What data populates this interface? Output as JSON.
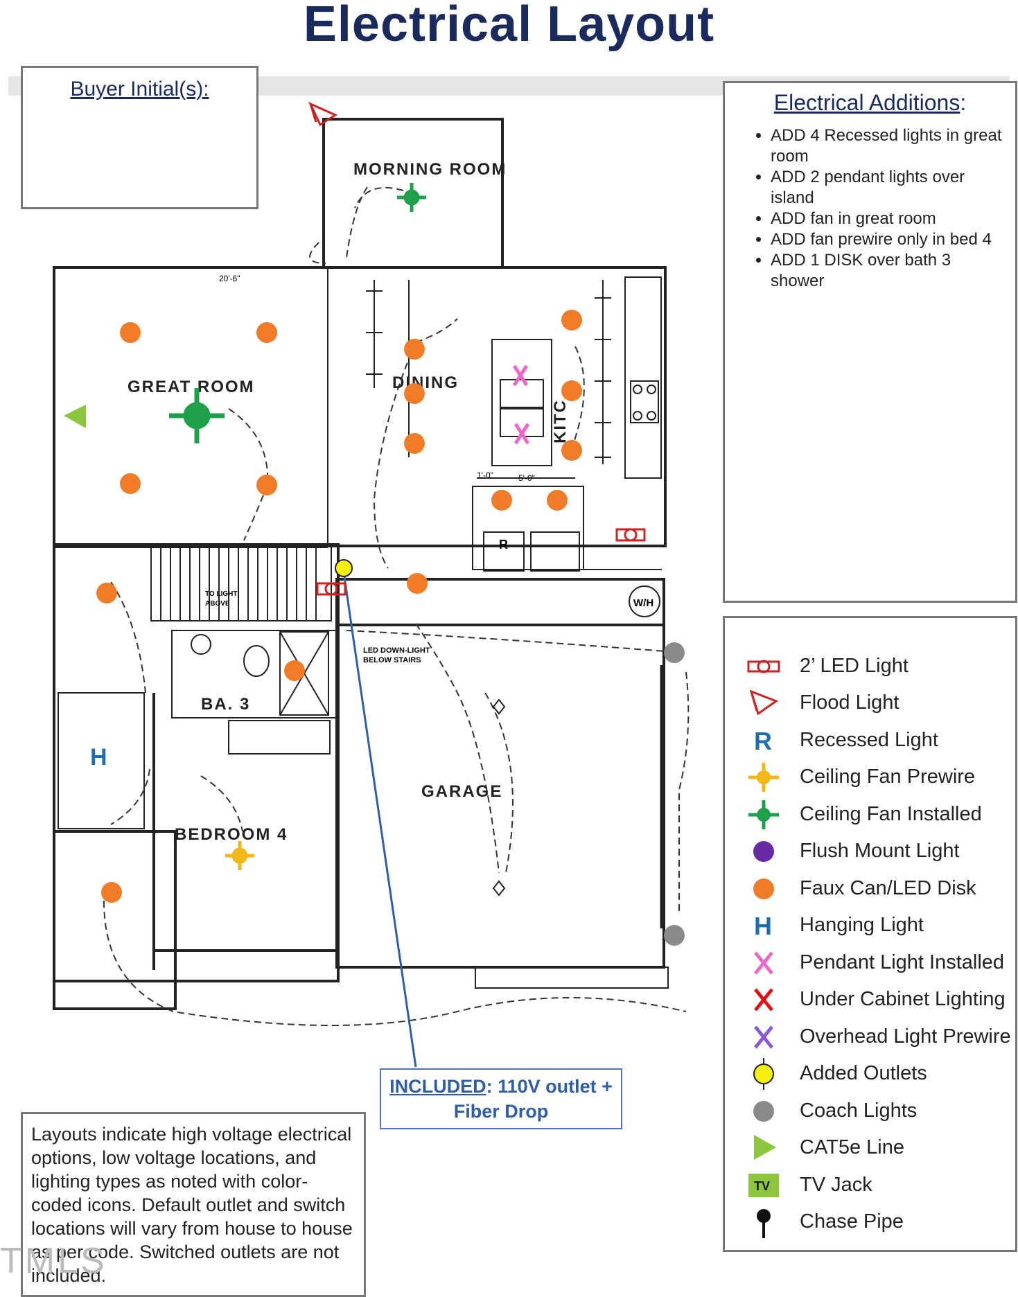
{
  "title": "Electrical Layout",
  "buyer_box": {
    "heading": "Buyer Initial(s):"
  },
  "additions": {
    "heading": "Electrical Additions",
    "items": [
      "ADD 4 Recessed lights in great room",
      "ADD 2 pendant lights over island",
      "ADD fan in great room",
      "ADD fan prewire only in bed 4",
      "ADD 1 DISK over bath 3 shower"
    ]
  },
  "rooms": {
    "morning_room": "MORNING ROOM",
    "great_room": "GREAT ROOM",
    "dining": "DINING",
    "kitchen": "KITC",
    "bath3": "BA. 3",
    "bedroom4": "BEDROOM 4",
    "garage": "GARAGE",
    "wh": "W/H",
    "led_note_1": "LED DOWN-LIGHT",
    "led_note_2": "BELOW STAIRS",
    "stair_note_1": "TO LIGHT",
    "stair_note_2": "ABOVE",
    "dim_great": "20'-6\"",
    "dim_isl_1": "5'-0\"",
    "dim_isl_2": "1'-0\"",
    "fridge": "R"
  },
  "legend": [
    {
      "icon": "led-2ft-icon",
      "label": "2’ LED Light",
      "color": "#cc2222"
    },
    {
      "icon": "flood-light-icon",
      "label": "Flood Light",
      "color": "#cc2222"
    },
    {
      "icon": "recessed-light-icon",
      "label": "Recessed Light",
      "glyph": "R",
      "color": "#1f6fb0"
    },
    {
      "icon": "ceiling-fan-prewire-icon",
      "label": "Ceiling Fan Prewire",
      "color": "#f2b817"
    },
    {
      "icon": "ceiling-fan-installed-icon",
      "label": "Ceiling Fan Installed",
      "color": "#1fa04a"
    },
    {
      "icon": "flush-mount-icon",
      "label": "Flush Mount Light",
      "color": "#6a2aa3"
    },
    {
      "icon": "faux-can-icon",
      "label": "Faux Can/LED Disk",
      "color": "#f07c2a"
    },
    {
      "icon": "hanging-light-icon",
      "label": "Hanging Light",
      "glyph": "H",
      "color": "#1f6fb0"
    },
    {
      "icon": "pendant-installed-icon",
      "label": "Pendant Light Installed",
      "glyph": "X",
      "color": "#ee66c8"
    },
    {
      "icon": "under-cabinet-icon",
      "label": "Under Cabinet Lighting",
      "glyph": "X",
      "color": "#dd1111"
    },
    {
      "icon": "overhead-prewire-icon",
      "label": "Overhead Light Prewire",
      "glyph": "X",
      "color": "#8855dd"
    },
    {
      "icon": "added-outlet-icon",
      "label": "Added Outlets",
      "color": "#f5ee10"
    },
    {
      "icon": "coach-light-icon",
      "label": "Coach Lights",
      "color": "#8a8a8a"
    },
    {
      "icon": "cat5e-icon",
      "label": "CAT5e Line",
      "color": "#8cc63f"
    },
    {
      "icon": "tv-jack-icon",
      "label": "TV Jack",
      "glyph": "TV",
      "color": "#8cc63f"
    },
    {
      "icon": "chase-pipe-icon",
      "label": "Chase Pipe",
      "color": "#111111"
    }
  ],
  "included": {
    "label": "INCLUDED",
    "rest": ": 110V outlet +",
    "line2": "Fiber Drop"
  },
  "note": "Layouts indicate high voltage electrical options, low voltage locations, and lighting types as noted with color-coded icons. Default outlet and switch locations will vary from house to house as per code. Switched outlets are not included.",
  "watermark": "TMLS"
}
